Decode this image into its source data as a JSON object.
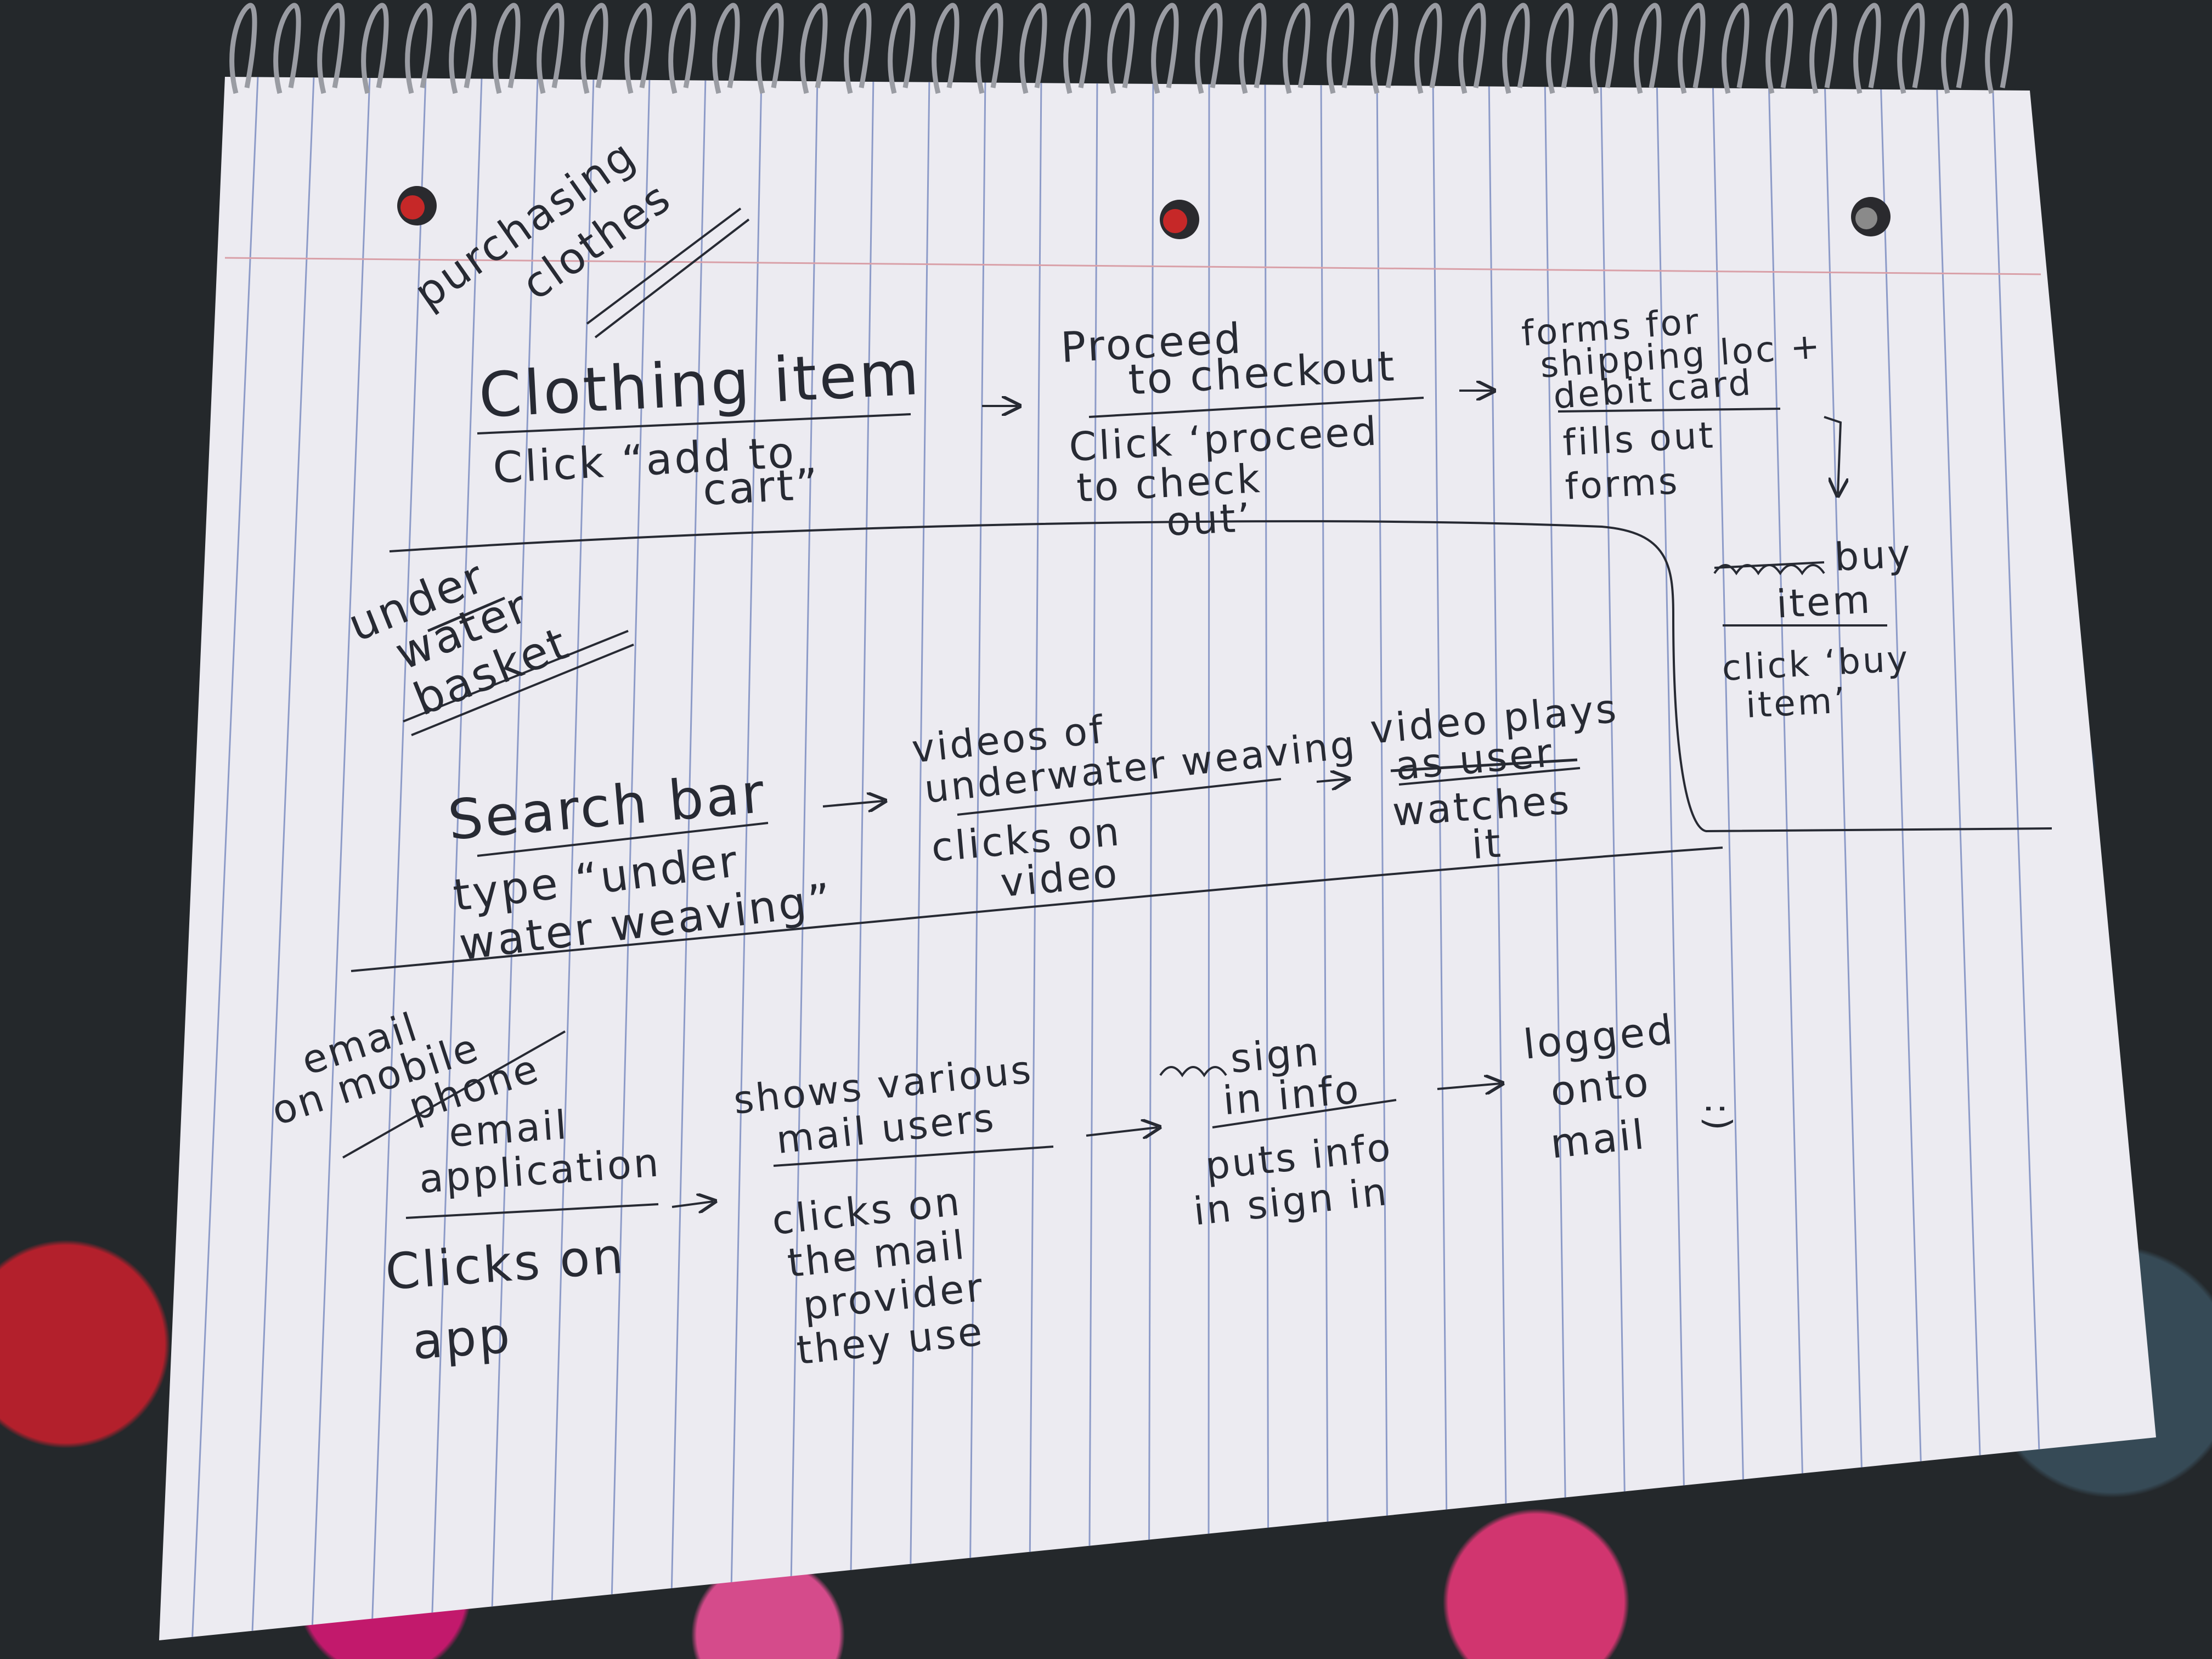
{
  "sections": [
    {
      "title": [
        "purchasing",
        "clothes"
      ],
      "steps": [
        {
          "element": [
            "Clothing item"
          ],
          "action": [
            "Click “add to",
            "cart”"
          ]
        },
        {
          "element": [
            "Proceed",
            "to checkout"
          ],
          "action": [
            "Click ‘proceed",
            "to check",
            "out’"
          ]
        },
        {
          "element": [
            "forms for",
            "shipping loc +",
            "debit card"
          ],
          "action": [
            "fills out",
            "forms"
          ]
        },
        {
          "element": [
            "buy",
            "item"
          ],
          "action": [
            "click ‘buy",
            "item’"
          ]
        }
      ]
    },
    {
      "title": [
        "under",
        "water",
        "basket"
      ],
      "steps": [
        {
          "element": [
            "Search bar"
          ],
          "action": [
            "type “under",
            "water weaving”"
          ]
        },
        {
          "element": [
            "videos of",
            "underwater weaving"
          ],
          "action": [
            "clicks on",
            "video"
          ]
        },
        {
          "element": [
            "video plays",
            "as user"
          ],
          "action": [
            "watches",
            "it"
          ]
        }
      ]
    },
    {
      "title": [
        "email",
        "on mobile",
        "phone"
      ],
      "steps": [
        {
          "element": [
            "email",
            "application"
          ],
          "action": [
            "Clicks on",
            "app"
          ]
        },
        {
          "element": [
            "shows various",
            "mail users"
          ],
          "action": [
            "clicks on",
            "the mail",
            "provider",
            "they use"
          ]
        },
        {
          "element": [
            "sign",
            "in info"
          ],
          "action": [
            "puts info",
            "in sign in"
          ]
        },
        {
          "element": [
            "logged",
            "onto",
            "mail"
          ],
          "action": []
        }
      ],
      "end_mark": ":)"
    }
  ],
  "arrow_glyph": "→",
  "colors": {
    "ink": "#272a33",
    "paper": "#ecebf1",
    "rule": "#8d9bc8",
    "margin": "#d9a0a8",
    "hole_accent": "#c62828"
  }
}
